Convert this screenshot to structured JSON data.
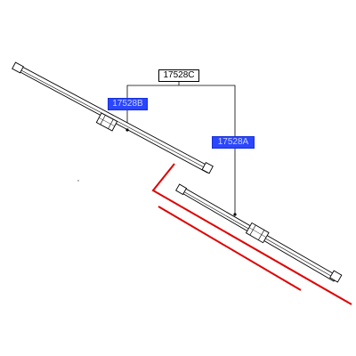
{
  "callouts": {
    "part_c": "17528C",
    "part_b": "17528B",
    "part_a": "17528A"
  },
  "colors": {
    "highlight_fill": "#2b46ff",
    "selection_outline": "#e00000",
    "line": "#000000"
  }
}
